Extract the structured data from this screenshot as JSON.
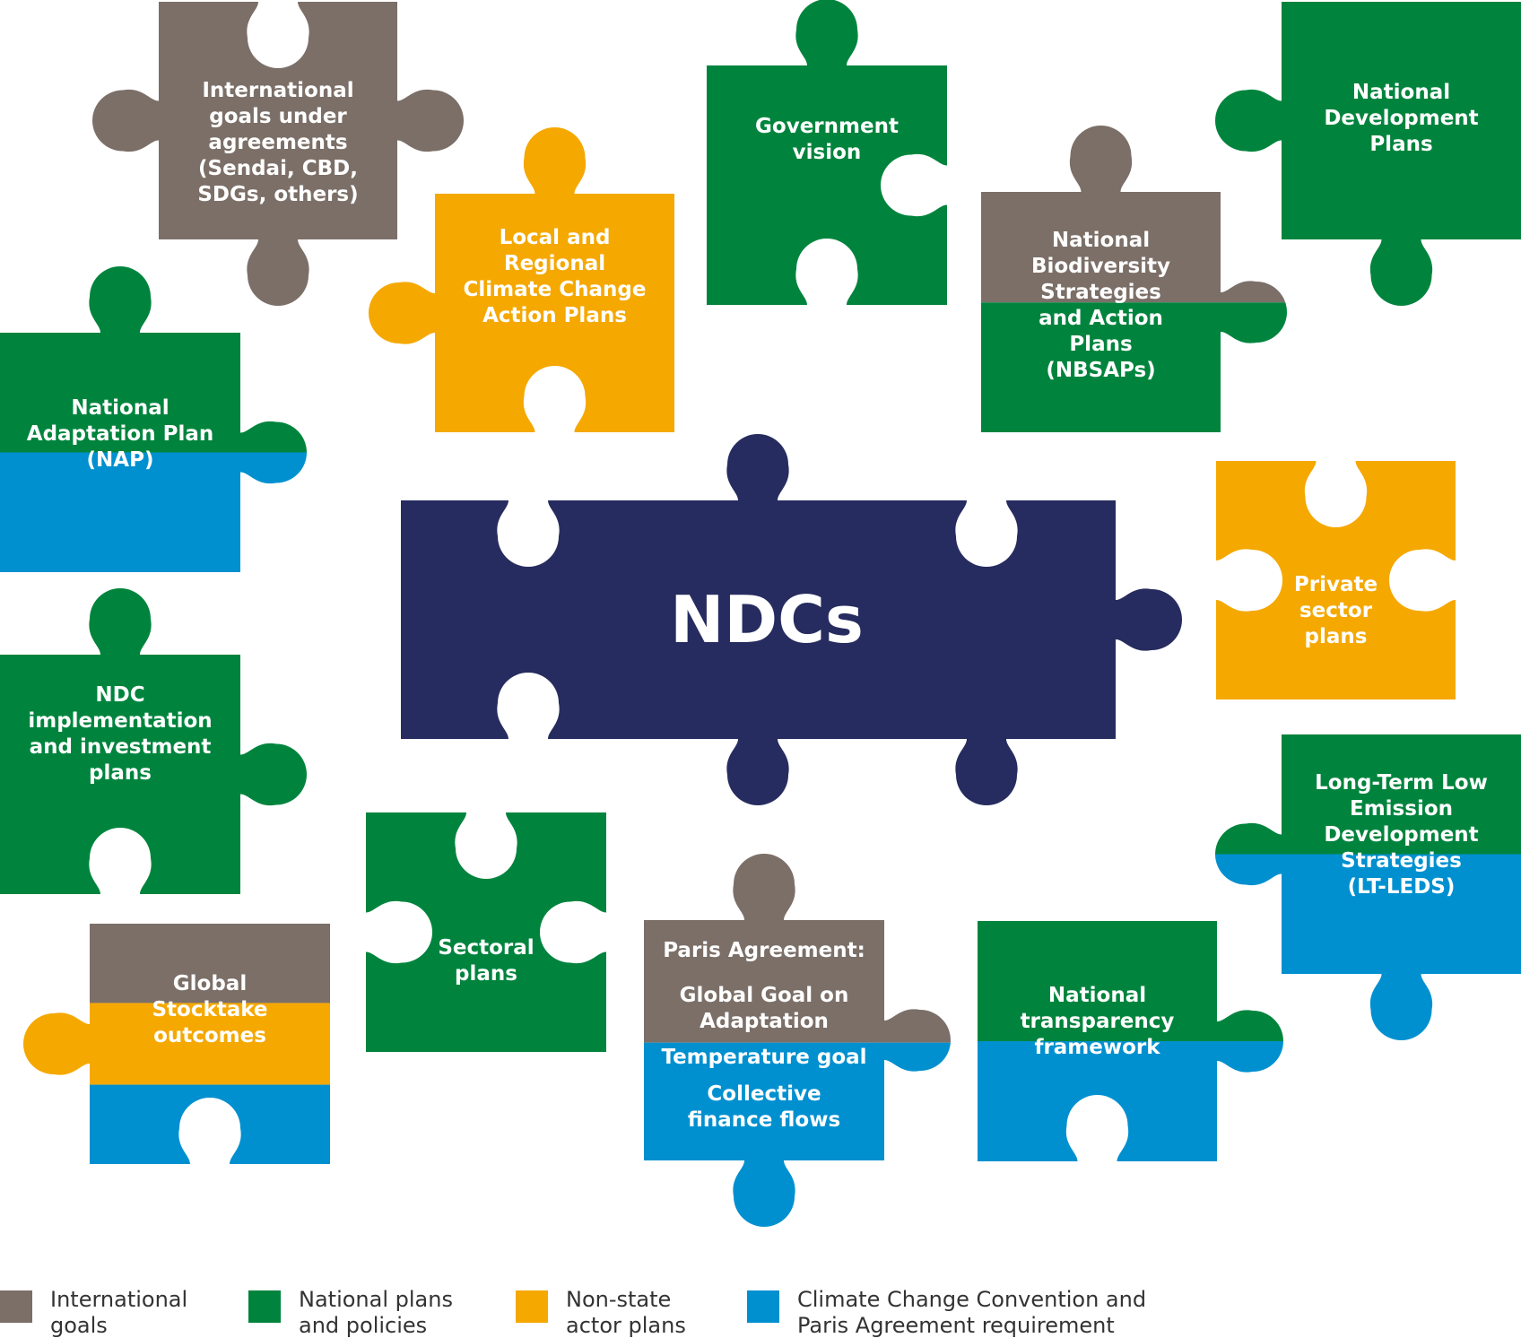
{
  "colors": {
    "international": "#7b6f68",
    "national": "#00843d",
    "nonstate": "#f5a800",
    "convention": "#0090d0",
    "ndc": "#262c5f"
  },
  "center": {
    "label": "NDCs"
  },
  "pieces": [
    {
      "id": "international-goals",
      "lines": [
        "International",
        "goals under",
        "agreements",
        "(Sendai, CBD,",
        "SDGs, others)"
      ]
    },
    {
      "id": "local-regional",
      "lines": [
        "Local and",
        "Regional",
        "Climate Change",
        "Action Plans"
      ]
    },
    {
      "id": "government-vision",
      "lines": [
        "Government",
        "vision"
      ]
    },
    {
      "id": "nbsaps",
      "lines": [
        "National",
        "Biodiversity",
        "Strategies",
        "and Action",
        "Plans",
        "(NBSAPs)"
      ]
    },
    {
      "id": "national-development",
      "lines": [
        "National",
        "Development",
        "Plans"
      ]
    },
    {
      "id": "nap",
      "lines": [
        "National",
        "Adaptation Plan",
        "(NAP)"
      ]
    },
    {
      "id": "private-sector",
      "lines": [
        "Private",
        "sector",
        "plans"
      ]
    },
    {
      "id": "ndc-implementation",
      "lines": [
        "NDC",
        "implementation",
        "and investment",
        "plans"
      ]
    },
    {
      "id": "lt-leds",
      "lines": [
        "Long-Term Low",
        "Emission",
        "Development",
        "Strategies",
        "(LT-LEDS)"
      ]
    },
    {
      "id": "sectoral",
      "lines": [
        "Sectoral",
        "plans"
      ]
    },
    {
      "id": "global-stocktake",
      "lines": [
        "Global",
        "Stocktake",
        "outcomes"
      ]
    },
    {
      "id": "paris-agreement",
      "lines": [
        "Paris Agreement:",
        "Global Goal on",
        "Adaptation",
        "Temperature goal",
        "Collective",
        "finance flows"
      ]
    },
    {
      "id": "transparency",
      "lines": [
        "National",
        "transparency",
        "framework"
      ]
    }
  ],
  "legend": [
    {
      "key": "international",
      "lines": [
        "International",
        "goals"
      ]
    },
    {
      "key": "national",
      "lines": [
        "National plans",
        "and policies"
      ]
    },
    {
      "key": "nonstate",
      "lines": [
        "Non-state",
        "actor plans"
      ]
    },
    {
      "key": "convention",
      "lines": [
        "Climate Change Convention and",
        "Paris Agreement requirement"
      ]
    }
  ]
}
